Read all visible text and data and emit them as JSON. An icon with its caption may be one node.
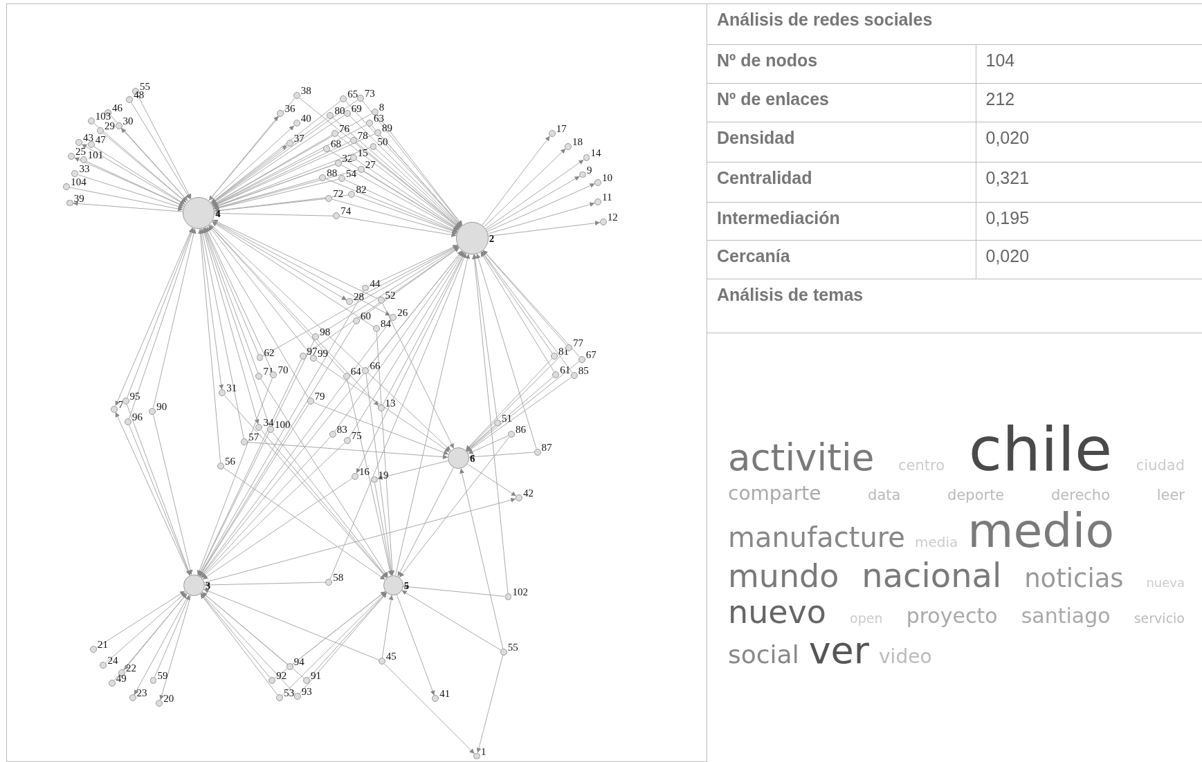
{
  "diagram": {
    "nodes": [
      {
        "text": [
          "4"
        ]
      },
      {
        "text": [
          "2"
        ]
      },
      {
        "text": [
          "6"
        ]
      },
      {
        "text": [
          "3"
        ]
      },
      {
        "text": [
          "5"
        ]
      },
      {
        "text": [
          "55"
        ]
      },
      {
        "text": [
          "48"
        ]
      },
      {
        "text": [
          "46"
        ]
      },
      {
        "text": [
          "103"
        ]
      },
      {
        "text": [
          "30"
        ]
      },
      {
        "text": [
          "29"
        ]
      },
      {
        "text": [
          "43"
        ]
      },
      {
        "text": [
          "47"
        ]
      },
      {
        "text": [
          "25"
        ]
      },
      {
        "text": [
          "101"
        ]
      },
      {
        "text": [
          "33"
        ]
      },
      {
        "text": [
          "104"
        ]
      },
      {
        "text": [
          "39"
        ]
      },
      {
        "text": [
          "38"
        ]
      },
      {
        "text": [
          "36"
        ]
      },
      {
        "text": [
          "40"
        ]
      },
      {
        "text": [
          "37"
        ]
      },
      {
        "text": [
          "65"
        ]
      },
      {
        "text": [
          "73"
        ]
      },
      {
        "text": [
          "80"
        ]
      },
      {
        "text": [
          "69"
        ]
      },
      {
        "text": [
          "8"
        ]
      },
      {
        "text": [
          "63"
        ]
      },
      {
        "text": [
          "89"
        ]
      },
      {
        "text": [
          "76"
        ]
      },
      {
        "text": [
          "78"
        ]
      },
      {
        "text": [
          "68"
        ]
      },
      {
        "text": [
          "50"
        ]
      },
      {
        "text": [
          "32"
        ]
      },
      {
        "text": [
          "15"
        ]
      },
      {
        "text": [
          "27"
        ]
      },
      {
        "text": [
          "88"
        ]
      },
      {
        "text": [
          "54"
        ]
      },
      {
        "text": [
          "72"
        ]
      },
      {
        "text": [
          "82"
        ]
      },
      {
        "text": [
          "74"
        ]
      },
      {
        "text": [
          "17"
        ]
      },
      {
        "text": [
          "18"
        ]
      },
      {
        "text": [
          "14"
        ]
      },
      {
        "text": [
          "9"
        ]
      },
      {
        "text": [
          "10"
        ]
      },
      {
        "text": [
          "11"
        ]
      },
      {
        "text": [
          "12"
        ]
      },
      {
        "text": [
          "44"
        ]
      },
      {
        "text": [
          "28"
        ]
      },
      {
        "text": [
          "52"
        ]
      },
      {
        "text": [
          "60"
        ]
      },
      {
        "text": [
          "26"
        ]
      },
      {
        "text": [
          "84"
        ]
      },
      {
        "text": [
          "98"
        ]
      },
      {
        "text": [
          "97"
        ]
      },
      {
        "text": [
          "99"
        ]
      },
      {
        "text": [
          "62"
        ]
      },
      {
        "text": [
          "71"
        ]
      },
      {
        "text": [
          "70"
        ]
      },
      {
        "text": [
          "64"
        ]
      },
      {
        "text": [
          "66"
        ]
      },
      {
        "text": [
          "31"
        ]
      },
      {
        "text": [
          "79"
        ]
      },
      {
        "text": [
          "13"
        ]
      },
      {
        "text": [
          "7"
        ]
      },
      {
        "text": [
          "95"
        ]
      },
      {
        "text": [
          "96"
        ]
      },
      {
        "text": [
          "90"
        ]
      },
      {
        "text": [
          "34"
        ]
      },
      {
        "text": [
          "100"
        ]
      },
      {
        "text": [
          "57"
        ]
      },
      {
        "text": [
          "83"
        ]
      },
      {
        "text": [
          "75"
        ]
      },
      {
        "text": [
          "56"
        ]
      },
      {
        "text": [
          "16"
        ]
      },
      {
        "text": [
          "19"
        ]
      },
      {
        "text": [
          "81"
        ]
      },
      {
        "text": [
          "77"
        ]
      },
      {
        "text": [
          "67"
        ]
      },
      {
        "text": [
          "61"
        ]
      },
      {
        "text": [
          "85"
        ]
      },
      {
        "text": [
          "51"
        ]
      },
      {
        "text": [
          "86"
        ]
      },
      {
        "text": [
          "87"
        ]
      },
      {
        "text": [
          "42"
        ]
      },
      {
        "text": [
          "58"
        ]
      },
      {
        "text": [
          "102"
        ]
      },
      {
        "text": [
          "21"
        ]
      },
      {
        "text": [
          "24"
        ]
      },
      {
        "text": [
          "22"
        ]
      },
      {
        "text": [
          "49"
        ]
      },
      {
        "text": [
          "23"
        ]
      },
      {
        "text": [
          "59"
        ]
      },
      {
        "text": [
          "20"
        ]
      },
      {
        "text": [
          "94"
        ]
      },
      {
        "text": [
          "92"
        ]
      },
      {
        "text": [
          "91"
        ]
      },
      {
        "text": [
          "53"
        ]
      },
      {
        "text": [
          "93"
        ]
      },
      {
        "text": [
          "45"
        ]
      },
      {
        "text": [
          "55"
        ]
      },
      {
        "text": [
          "41"
        ]
      },
      {
        "text": [
          "1"
        ]
      }
    ],
    "edges": [
      {
        "from": 5,
        "to": 0,
        "arrow": "to"
      },
      {
        "from": 6,
        "to": 0,
        "arrow": "to"
      },
      {
        "from": 7,
        "to": 0,
        "arrow": "to"
      },
      {
        "from": 8,
        "to": 0,
        "arrow": "to"
      },
      {
        "from": 0,
        "to": 9,
        "arrow": "to"
      },
      {
        "from": 10,
        "to": 0,
        "arrow": "to"
      },
      {
        "from": 0,
        "to": 11,
        "arrow": "to"
      },
      {
        "from": 12,
        "to": 0,
        "arrow": "to"
      },
      {
        "from": 0,
        "to": 13,
        "arrow": "to"
      },
      {
        "from": 14,
        "to": 0,
        "arrow": "to"
      },
      {
        "from": 15,
        "to": 0,
        "arrow": "to"
      },
      {
        "from": 16,
        "to": 0,
        "arrow": "to"
      },
      {
        "from": 0,
        "to": 17,
        "arrow": "to"
      },
      {
        "from": 18,
        "to": 0,
        "arrow": "to"
      },
      {
        "from": 18,
        "to": 1,
        "arrow": "to"
      },
      {
        "from": 0,
        "to": 19,
        "arrow": "to"
      },
      {
        "from": 0,
        "to": 20,
        "arrow": "to"
      },
      {
        "from": 0,
        "to": 21,
        "arrow": "to"
      },
      {
        "from": 22,
        "to": 0,
        "arrow": "to"
      },
      {
        "from": 22,
        "to": 1,
        "arrow": "to"
      },
      {
        "from": 23,
        "to": 0,
        "arrow": "to"
      },
      {
        "from": 23,
        "to": 1,
        "arrow": "to"
      },
      {
        "from": 24,
        "to": 0,
        "arrow": "to"
      },
      {
        "from": 24,
        "to": 1,
        "arrow": "to"
      },
      {
        "from": 25,
        "to": 0,
        "arrow": "to"
      },
      {
        "from": 25,
        "to": 1,
        "arrow": "to"
      },
      {
        "from": 26,
        "to": 0,
        "arrow": "to"
      },
      {
        "from": 26,
        "to": 1,
        "arrow": "to"
      },
      {
        "from": 27,
        "to": 0,
        "arrow": "to"
      },
      {
        "from": 27,
        "to": 1,
        "arrow": "to"
      },
      {
        "from": 28,
        "to": 0,
        "arrow": "to"
      },
      {
        "from": 28,
        "to": 1,
        "arrow": "to"
      },
      {
        "from": 29,
        "to": 0,
        "arrow": "to"
      },
      {
        "from": 29,
        "to": 1,
        "arrow": "to"
      },
      {
        "from": 30,
        "to": 0,
        "arrow": "to"
      },
      {
        "from": 30,
        "to": 1,
        "arrow": "to"
      },
      {
        "from": 31,
        "to": 0,
        "arrow": "to"
      },
      {
        "from": 31,
        "to": 1,
        "arrow": "to"
      },
      {
        "from": 32,
        "to": 0,
        "arrow": "to"
      },
      {
        "from": 32,
        "to": 1,
        "arrow": "to"
      },
      {
        "from": 33,
        "to": 0,
        "arrow": "to"
      },
      {
        "from": 33,
        "to": 1,
        "arrow": "to"
      },
      {
        "from": 34,
        "to": 0,
        "arrow": "to"
      },
      {
        "from": 34,
        "to": 1,
        "arrow": "to"
      },
      {
        "from": 35,
        "to": 0,
        "arrow": "to"
      },
      {
        "from": 35,
        "to": 1,
        "arrow": "to"
      },
      {
        "from": 36,
        "to": 0,
        "arrow": "to"
      },
      {
        "from": 36,
        "to": 1,
        "arrow": "to"
      },
      {
        "from": 37,
        "to": 0,
        "arrow": "to"
      },
      {
        "from": 37,
        "to": 1,
        "arrow": "to"
      },
      {
        "from": 38,
        "to": 0,
        "arrow": "to"
      },
      {
        "from": 38,
        "to": 1,
        "arrow": "to"
      },
      {
        "from": 39,
        "to": 0,
        "arrow": "to"
      },
      {
        "from": 39,
        "to": 1,
        "arrow": "to"
      },
      {
        "from": 40,
        "to": 0,
        "arrow": "to"
      },
      {
        "from": 40,
        "to": 1,
        "arrow": "to"
      },
      {
        "from": 1,
        "to": 41,
        "arrow": "to"
      },
      {
        "from": 1,
        "to": 42,
        "arrow": "to"
      },
      {
        "from": 1,
        "to": 43,
        "arrow": "to"
      },
      {
        "from": 1,
        "to": 44,
        "arrow": "to"
      },
      {
        "from": 1,
        "to": 45,
        "arrow": "to"
      },
      {
        "from": 1,
        "to": 46,
        "arrow": "to"
      },
      {
        "from": 1,
        "to": 47,
        "arrow": "to"
      },
      {
        "from": 48,
        "to": 1,
        "arrow": "to"
      },
      {
        "from": 48,
        "to": 3,
        "arrow": "to"
      },
      {
        "from": 0,
        "to": 49,
        "arrow": "to"
      },
      {
        "from": 49,
        "to": 1,
        "arrow": "to"
      },
      {
        "from": 50,
        "to": 0,
        "arrow": "to"
      },
      {
        "from": 50,
        "to": 2,
        "arrow": "to"
      },
      {
        "from": 51,
        "to": 3,
        "arrow": "to"
      },
      {
        "from": 51,
        "to": 1,
        "arrow": "to"
      },
      {
        "from": 0,
        "to": 52,
        "arrow": "to"
      },
      {
        "from": 52,
        "to": 3,
        "arrow": "to"
      },
      {
        "from": 53,
        "to": 0,
        "arrow": "to"
      },
      {
        "from": 53,
        "to": 4,
        "arrow": "to"
      },
      {
        "from": 54,
        "to": 1,
        "arrow": "to"
      },
      {
        "from": 54,
        "to": 3,
        "arrow": "to"
      },
      {
        "from": 55,
        "to": 1,
        "arrow": "to"
      },
      {
        "from": 55,
        "to": 3,
        "arrow": "to"
      },
      {
        "from": 56,
        "to": 0,
        "arrow": "to"
      },
      {
        "from": 56,
        "to": 2,
        "arrow": "to"
      },
      {
        "from": 57,
        "to": 0,
        "arrow": "to"
      },
      {
        "from": 57,
        "to": 1,
        "arrow": "to"
      },
      {
        "from": 58,
        "to": 0,
        "arrow": "to"
      },
      {
        "from": 58,
        "to": 4,
        "arrow": "to"
      },
      {
        "from": 59,
        "to": 0,
        "arrow": "to"
      },
      {
        "from": 59,
        "to": 3,
        "arrow": "to"
      },
      {
        "from": 60,
        "to": 0,
        "arrow": "to"
      },
      {
        "from": 60,
        "to": 4,
        "arrow": "to"
      },
      {
        "from": 61,
        "to": 1,
        "arrow": "to"
      },
      {
        "from": 61,
        "to": 4,
        "arrow": "to"
      },
      {
        "from": 0,
        "to": 62,
        "arrow": "to"
      },
      {
        "from": 62,
        "to": 4,
        "arrow": "to"
      },
      {
        "from": 63,
        "to": 0,
        "arrow": "to"
      },
      {
        "from": 63,
        "to": 2,
        "arrow": "to"
      },
      {
        "from": 63,
        "to": 3,
        "arrow": "to"
      },
      {
        "from": 0,
        "to": 64,
        "arrow": "to"
      },
      {
        "from": 64,
        "to": 1,
        "arrow": "to"
      },
      {
        "from": 0,
        "to": 65,
        "arrow": "to"
      },
      {
        "from": 3,
        "to": 65,
        "arrow": "to"
      },
      {
        "from": 66,
        "to": 0,
        "arrow": "to"
      },
      {
        "from": 66,
        "to": 3,
        "arrow": "to"
      },
      {
        "from": 67,
        "to": 0,
        "arrow": "to"
      },
      {
        "from": 67,
        "to": 3,
        "arrow": "to"
      },
      {
        "from": 68,
        "to": 0,
        "arrow": "to"
      },
      {
        "from": 68,
        "to": 3,
        "arrow": "to"
      },
      {
        "from": 0,
        "to": 69,
        "arrow": "to"
      },
      {
        "from": 69,
        "to": 4,
        "arrow": "to"
      },
      {
        "from": 70,
        "to": 0,
        "arrow": "to"
      },
      {
        "from": 70,
        "to": 4,
        "arrow": "to"
      },
      {
        "from": 71,
        "to": 0,
        "arrow": "to"
      },
      {
        "from": 71,
        "to": 2,
        "arrow": "to"
      },
      {
        "from": 72,
        "to": 1,
        "arrow": "to"
      },
      {
        "from": 72,
        "to": 3,
        "arrow": "to"
      },
      {
        "from": 73,
        "to": 1,
        "arrow": "to"
      },
      {
        "from": 73,
        "to": 3,
        "arrow": "to"
      },
      {
        "from": 74,
        "to": 0,
        "arrow": "to"
      },
      {
        "from": 74,
        "to": 4,
        "arrow": "to"
      },
      {
        "from": 1,
        "to": 75,
        "arrow": "to"
      },
      {
        "from": 75,
        "to": 3,
        "arrow": "to"
      },
      {
        "from": 2,
        "to": 76,
        "arrow": "to"
      },
      {
        "from": 76,
        "to": 4,
        "arrow": "to"
      },
      {
        "from": 77,
        "to": 1,
        "arrow": "to"
      },
      {
        "from": 77,
        "to": 2,
        "arrow": "to"
      },
      {
        "from": 78,
        "to": 1,
        "arrow": "to"
      },
      {
        "from": 78,
        "to": 2,
        "arrow": "to"
      },
      {
        "from": 79,
        "to": 1,
        "arrow": "to"
      },
      {
        "from": 79,
        "to": 2,
        "arrow": "to"
      },
      {
        "from": 80,
        "to": 1,
        "arrow": "to"
      },
      {
        "from": 80,
        "to": 2,
        "arrow": "to"
      },
      {
        "from": 81,
        "to": 1,
        "arrow": "to"
      },
      {
        "from": 81,
        "to": 2,
        "arrow": "to"
      },
      {
        "from": 82,
        "to": 1,
        "arrow": "to"
      },
      {
        "from": 82,
        "to": 2,
        "arrow": "to"
      },
      {
        "from": 83,
        "to": 2,
        "arrow": "to"
      },
      {
        "from": 83,
        "to": 4,
        "arrow": "to"
      },
      {
        "from": 84,
        "to": 2,
        "arrow": "to"
      },
      {
        "from": 84,
        "to": 1,
        "arrow": "to"
      },
      {
        "from": 2,
        "to": 85,
        "arrow": "to"
      },
      {
        "from": 3,
        "to": 85,
        "arrow": "to"
      },
      {
        "from": 86,
        "to": 3,
        "arrow": "to"
      },
      {
        "from": 86,
        "to": 1,
        "arrow": "to"
      },
      {
        "from": 87,
        "to": 4,
        "arrow": "to"
      },
      {
        "from": 87,
        "to": 1,
        "arrow": "to"
      },
      {
        "from": 88,
        "to": 3,
        "arrow": "to"
      },
      {
        "from": 89,
        "to": 3,
        "arrow": "to"
      },
      {
        "from": 3,
        "to": 90,
        "arrow": "to"
      },
      {
        "from": 91,
        "to": 3,
        "arrow": "to"
      },
      {
        "from": 3,
        "to": 92,
        "arrow": "to"
      },
      {
        "from": 93,
        "to": 3,
        "arrow": "to"
      },
      {
        "from": 3,
        "to": 94,
        "arrow": "to"
      },
      {
        "from": 95,
        "to": 3,
        "arrow": "to"
      },
      {
        "from": 95,
        "to": 4,
        "arrow": "to"
      },
      {
        "from": 96,
        "to": 3,
        "arrow": "to"
      },
      {
        "from": 96,
        "to": 4,
        "arrow": "to"
      },
      {
        "from": 97,
        "to": 3,
        "arrow": "to"
      },
      {
        "from": 97,
        "to": 4,
        "arrow": "to"
      },
      {
        "from": 98,
        "to": 3,
        "arrow": "to"
      },
      {
        "from": 98,
        "to": 4,
        "arrow": "to"
      },
      {
        "from": 99,
        "to": 3,
        "arrow": "to"
      },
      {
        "from": 99,
        "to": 4,
        "arrow": "to"
      },
      {
        "from": 100,
        "to": 3,
        "arrow": "to"
      },
      {
        "from": 100,
        "to": 4,
        "arrow": "to"
      },
      {
        "from": 100,
        "to": 103,
        "arrow": "to"
      },
      {
        "from": 101,
        "to": 4,
        "arrow": "to"
      },
      {
        "from": 101,
        "to": 2,
        "arrow": "to"
      },
      {
        "from": 101,
        "to": 103,
        "arrow": "to"
      },
      {
        "from": 4,
        "to": 102,
        "arrow": "to"
      },
      {
        "from": 0,
        "to": 2,
        "arrow": "to"
      },
      {
        "from": 3,
        "to": 1,
        "arrow": "to"
      },
      {
        "from": 4,
        "to": 1,
        "arrow": "to"
      },
      {
        "from": 2,
        "to": 4,
        "arrow": "to"
      }
    ],
    "labels": [
      "Análisis de redes sociales",
      "Nº de nodos",
      "104",
      "Nº de enlaces",
      "212",
      "Densidad",
      "0,020",
      "Centralidad",
      "0,321",
      "Intermediación",
      "0,195",
      "Cercanía",
      "0,020",
      "Análisis de temas",
      "activitie",
      "centro",
      "chile",
      "ciudad",
      "comparte",
      "data",
      "deporte",
      "derecho",
      "leer",
      "manufacture",
      "media",
      "medio",
      "mundo",
      "nacional",
      "noticias",
      "nueva",
      "nuevo",
      "open",
      "proyecto",
      "santiago",
      "servicio",
      "social",
      "ver",
      "video"
    ]
  }
}
